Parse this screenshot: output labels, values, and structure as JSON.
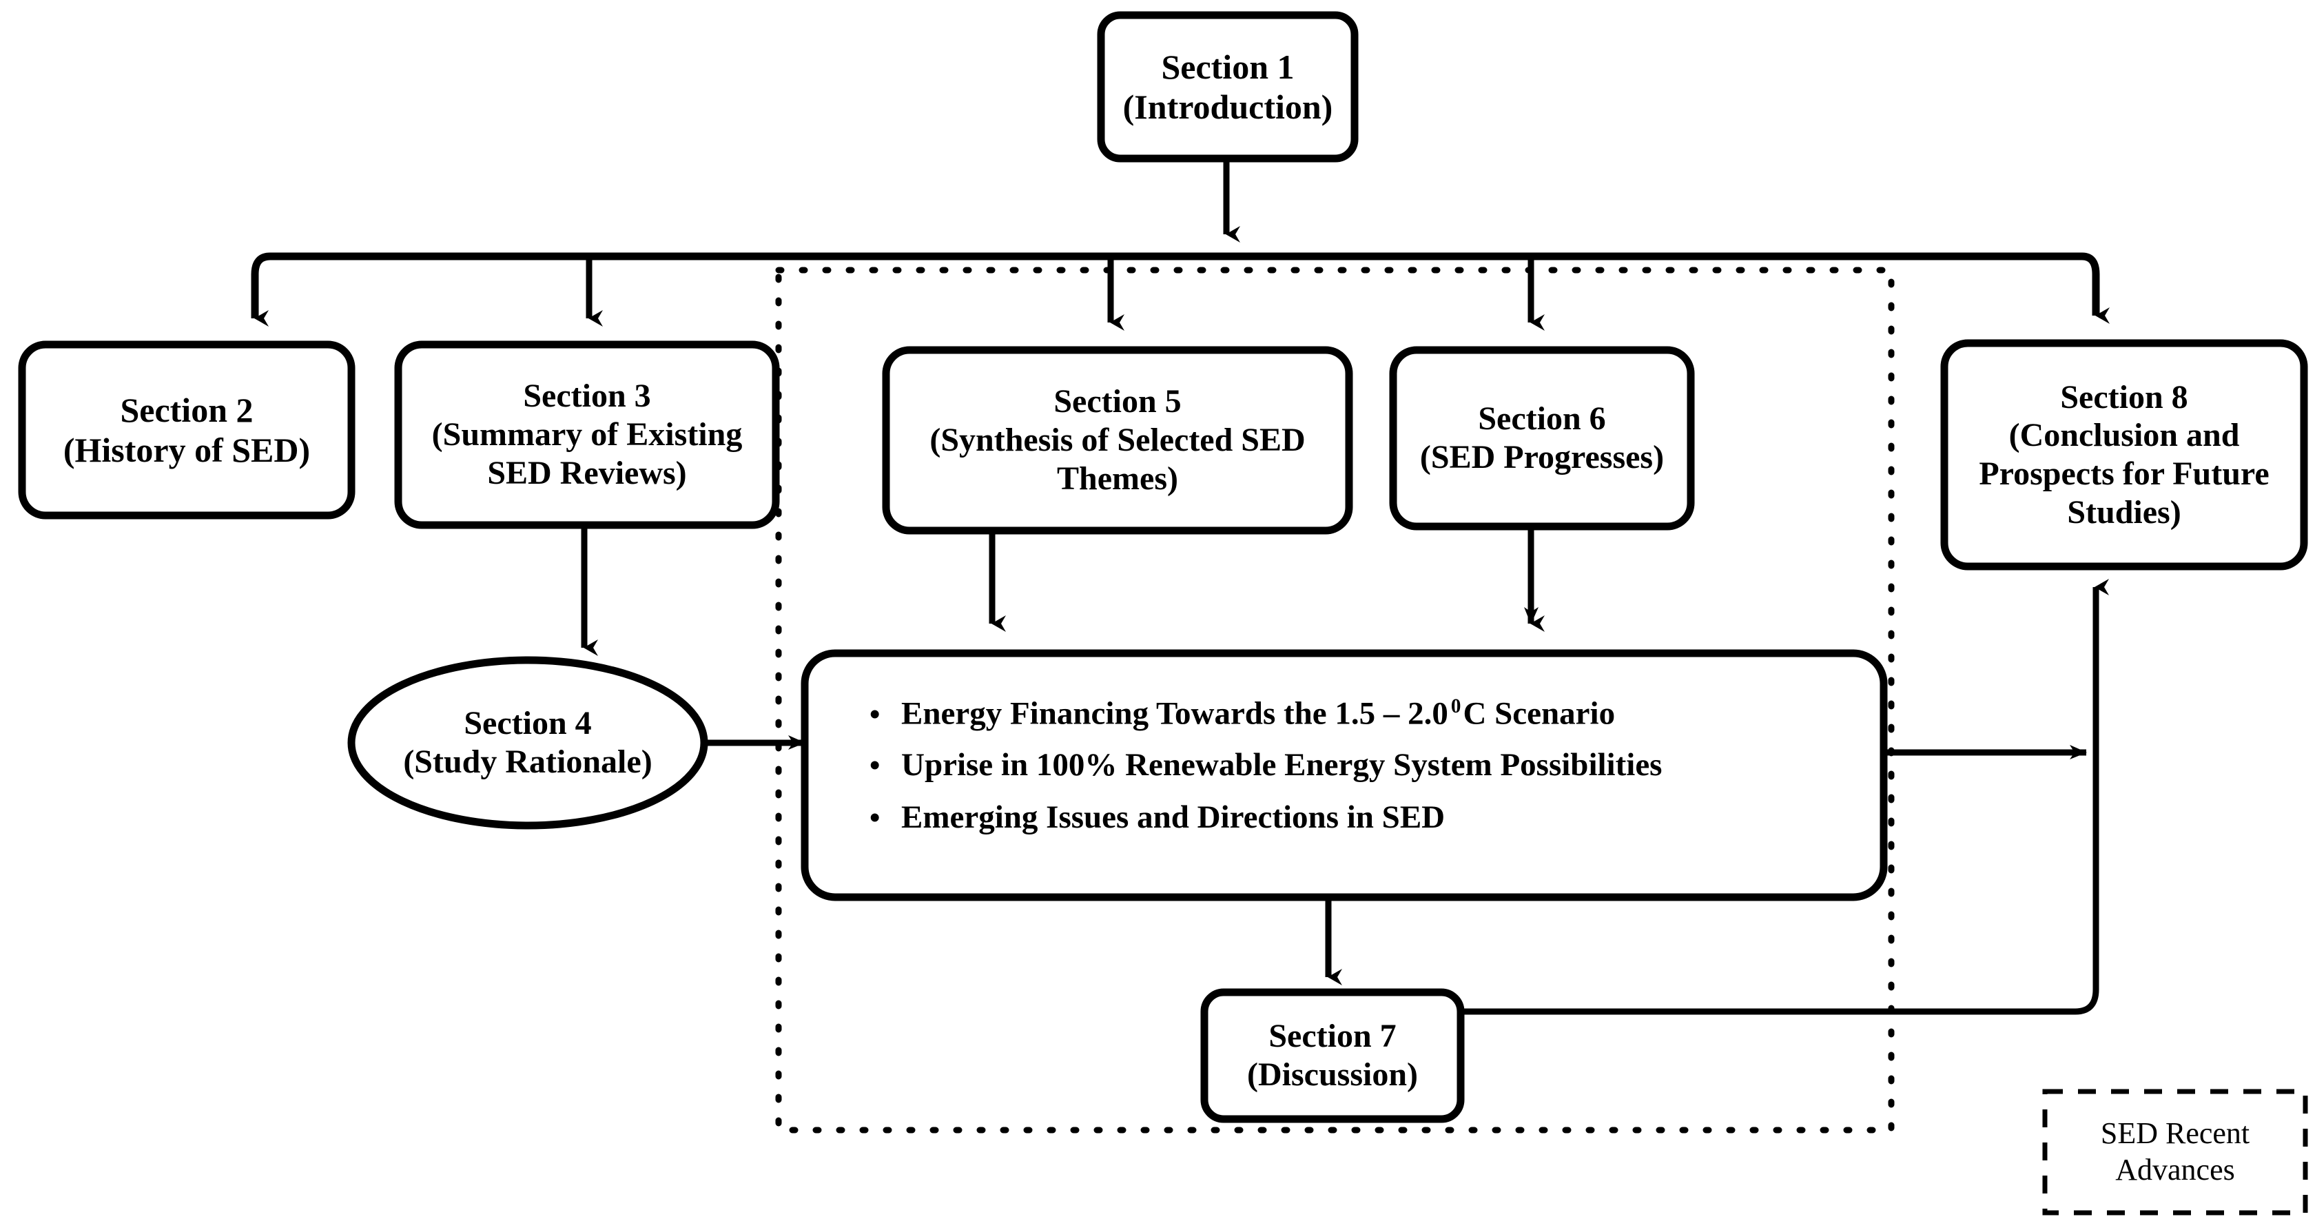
{
  "diagram": {
    "title": "SED Review Paper Structure Flowchart",
    "stroke_color": "#000000",
    "fill_color": "#ffffff",
    "nodes": {
      "section1": {
        "line1": "Section 1",
        "line2": "(Introduction)",
        "shape": "rounded-rect"
      },
      "section2": {
        "line1": "Section 2",
        "line2": "(History of SED)",
        "shape": "rounded-rect"
      },
      "section3": {
        "line1": "Section 3",
        "line2": "(Summary of Existing",
        "line3": "SED Reviews)",
        "shape": "rounded-rect"
      },
      "section4": {
        "line1": "Section 4",
        "line2": "(Study Rationale)",
        "shape": "ellipse"
      },
      "section5": {
        "line1": "Section 5",
        "line2": "(Synthesis of Selected SED",
        "line3": "Themes)",
        "shape": "rounded-rect"
      },
      "section6": {
        "line1": "Section 6",
        "line2": "(SED Progresses)",
        "shape": "rounded-rect"
      },
      "section7": {
        "line1": "Section 7",
        "line2": "(Discussion)",
        "shape": "rounded-rect"
      },
      "section8": {
        "line1": "Section 8",
        "line2": "(Conclusion and",
        "line3": "Prospects for Future",
        "line4": "Studies)",
        "shape": "rounded-rect"
      }
    },
    "themes_box": {
      "shape": "rounded-rect",
      "bullet_marker": "•",
      "bullets": [
        {
          "pre": "Energy Financing Towards the 1.5 – 2.0",
          "sup": "0",
          "post": "C Scenario"
        },
        {
          "pre": "Uprise in 100% Renewable Energy System Possibilities",
          "sup": "",
          "post": ""
        },
        {
          "pre": "Emerging Issues and Directions in SED",
          "sup": "",
          "post": ""
        }
      ]
    },
    "legend": {
      "line1": "SED Recent",
      "line2": "Advances",
      "border_style": "dashed"
    },
    "grouping_region": {
      "label": "SED Recent Advances",
      "border_style": "dotted"
    }
  }
}
